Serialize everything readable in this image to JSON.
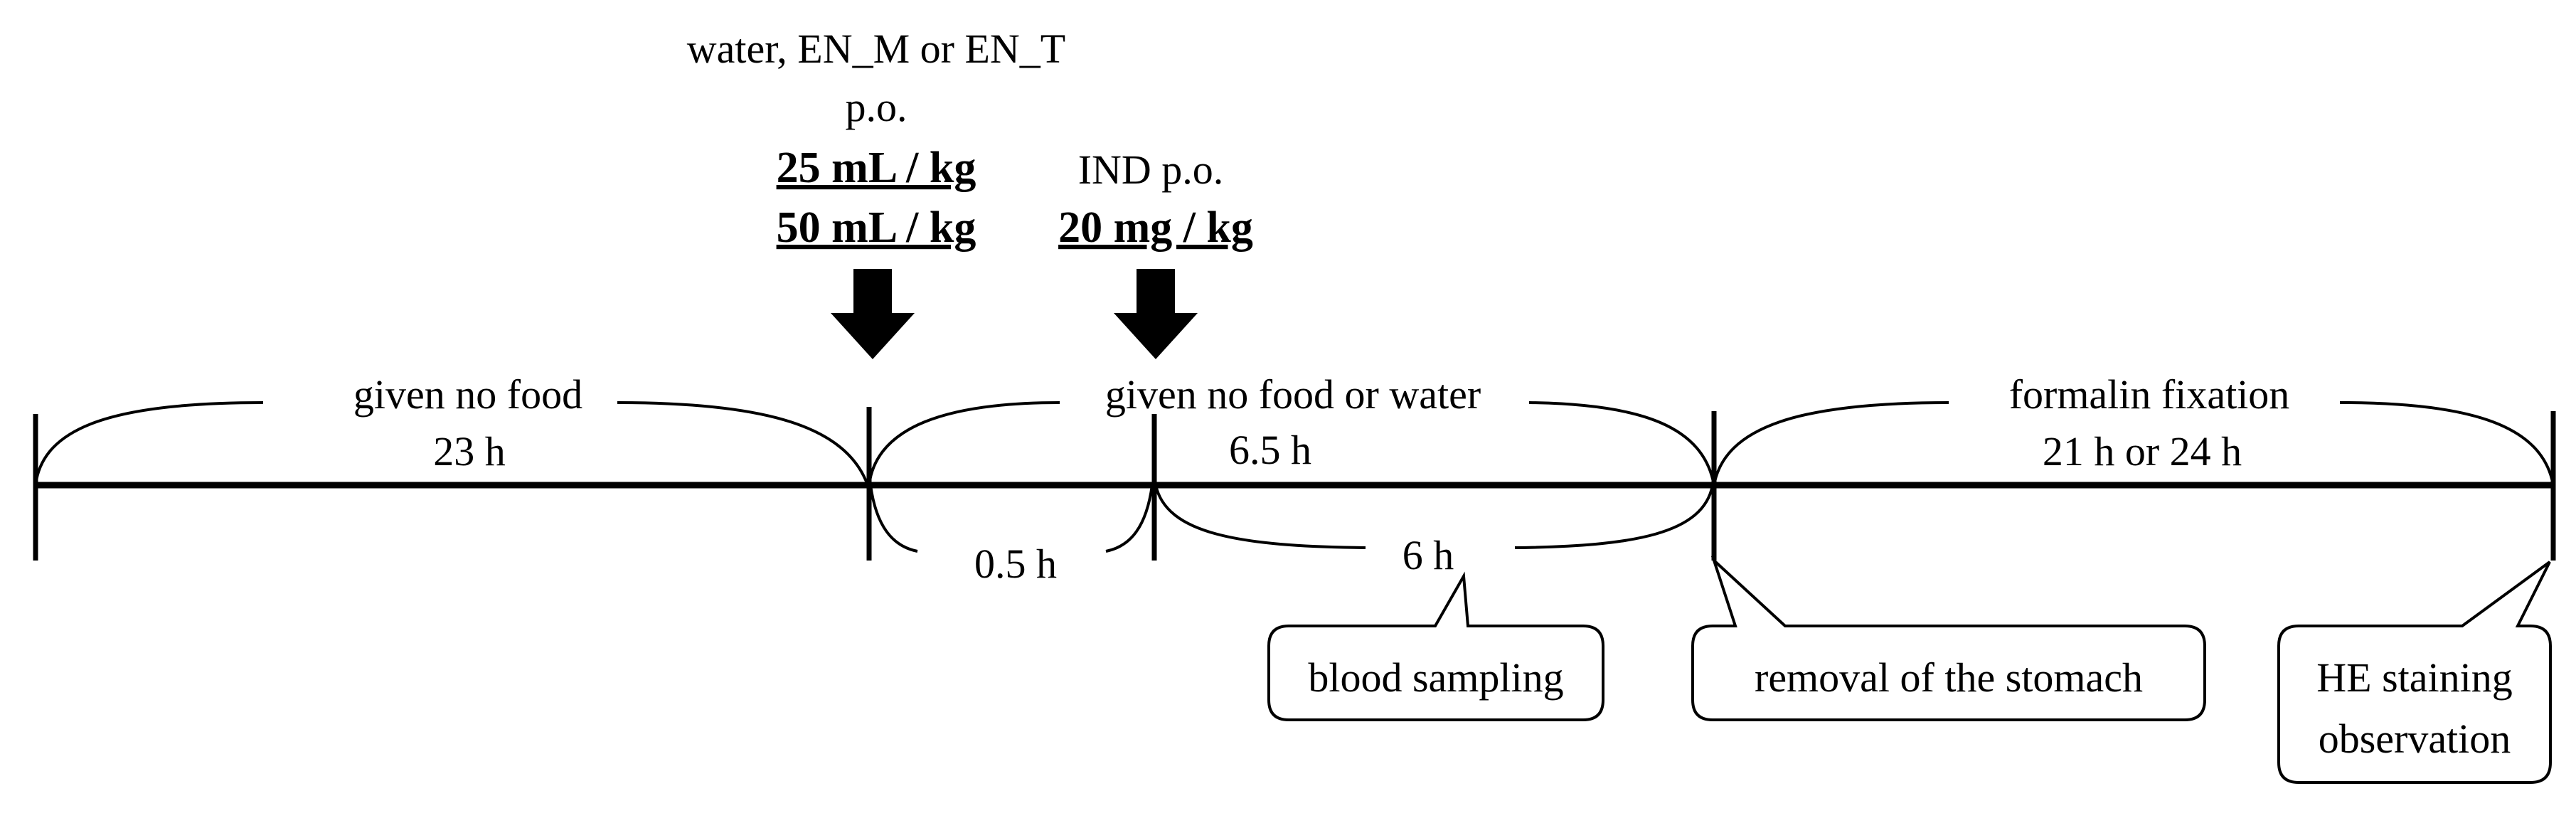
{
  "dose_block": {
    "line1": "water, EN_M or EN_T",
    "line2": "p.o.",
    "dose_a": "25 mL / kg",
    "dose_b": "50 mL / kg"
  },
  "ind_block": {
    "line1": "IND p.o.",
    "dose": "20 mg / kg"
  },
  "periods": {
    "fast_label": "given no food",
    "fast_duration": "23 h",
    "nofood_water_label": "given no food or water",
    "nofood_water_duration": "6.5 h",
    "pre_ind_duration": "0.5 h",
    "post_ind_duration": "6 h",
    "fixation_label": "formalin fixation",
    "fixation_duration": "21 h or 24 h"
  },
  "callouts": {
    "blood": "blood sampling",
    "stomach": "removal of the stomach",
    "he_line1": "HE staining",
    "he_line2": "observation"
  }
}
